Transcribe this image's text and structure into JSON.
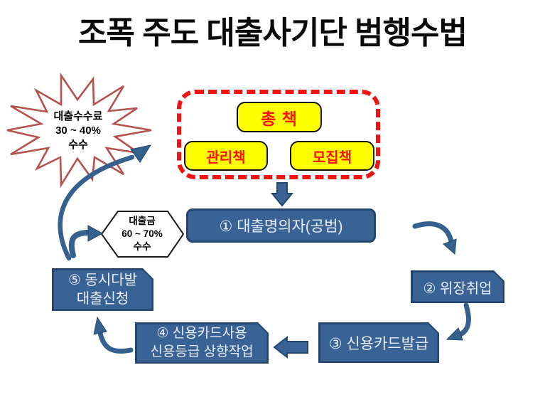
{
  "title": "조폭 주도 대출사기단 범행수법",
  "colors": {
    "box_fill": "#3a6395",
    "box_border": "#24466e",
    "box_text": "#e7eef8",
    "yellow": "#feff00",
    "red_text": "#fe1010",
    "dash_red": "#ee1414",
    "star_stroke": "#b5524e",
    "arrow": "#35618f"
  },
  "burst": {
    "lines": [
      "대출수수료",
      "30 ~ 40%",
      "수수"
    ]
  },
  "org_group": {
    "leader": "총 책",
    "left": "관리책",
    "right": "모집책"
  },
  "hexagon": {
    "lines": [
      "대출금",
      "60 ~ 70%",
      "수수"
    ]
  },
  "steps": [
    {
      "label": "① 대출명의자(공범)"
    },
    {
      "label": "② 위장취업"
    },
    {
      "label": "③ 신용카드발급"
    },
    {
      "lines": [
        "④ 신용카드사용",
        "신용등급 상향작업"
      ]
    },
    {
      "lines": [
        "⑤ 동시다발",
        "대출신청"
      ]
    }
  ]
}
